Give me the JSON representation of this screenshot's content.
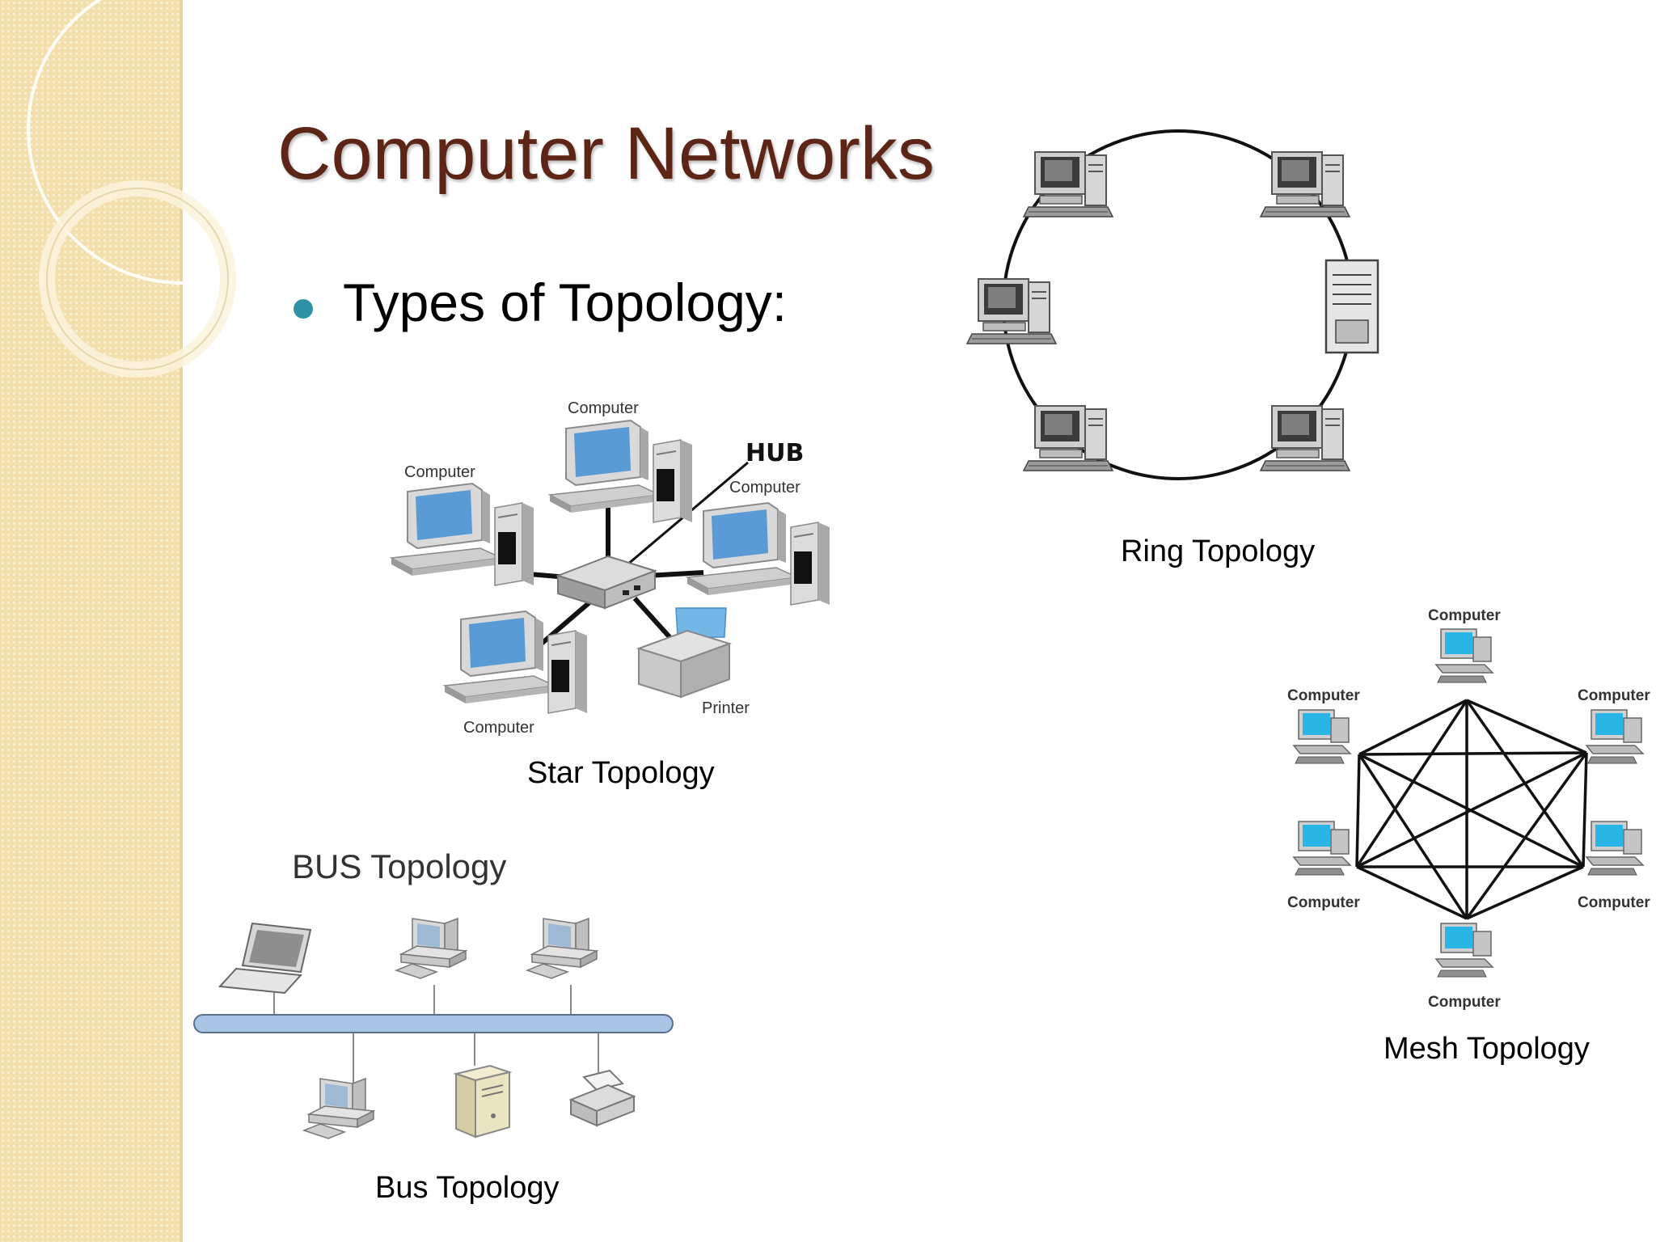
{
  "slide": {
    "title": "Computer Networks",
    "bullet": "Types of Topology:"
  },
  "star": {
    "caption": "Star Topology",
    "hub_label": "HUB",
    "computer_label": "Computer",
    "printer_label": "Printer"
  },
  "ring": {
    "caption": "Ring Topology"
  },
  "bus": {
    "heading": "BUS Topology",
    "caption": "Bus Topology"
  },
  "mesh": {
    "caption": "Mesh Topology",
    "computer_label": "Computer"
  },
  "colors": {
    "title": "#5c2516",
    "bullet": "#2f93a8",
    "sidebar": "#f2dfac",
    "monitor_screen": "#5b9bd5",
    "bus_cable": "#a9c4e4"
  }
}
